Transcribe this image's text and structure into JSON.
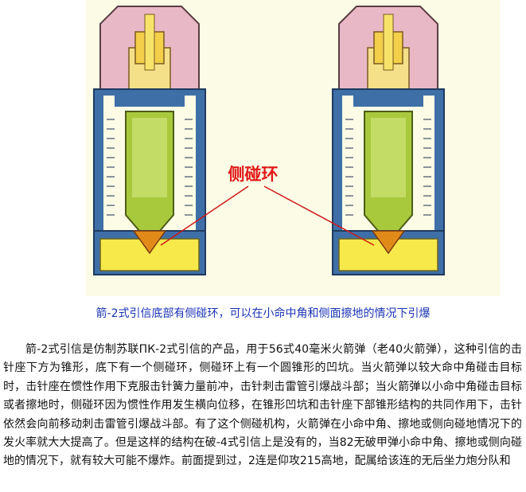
{
  "figure": {
    "label": "侧碰环",
    "colors": {
      "label": "#e01818",
      "leader": "#d01818",
      "cap": "#e9b8c6",
      "body": "#3f6fa7",
      "spring": "#c8ced2",
      "striker": "#a9c93c",
      "charge": "#f7e94a",
      "cone": "#e08a1a",
      "background": "#fbfbe6"
    }
  },
  "caption": "箭-2式引信底部有侧碰环，可以在小命中角和侧面擦地的情况下引爆",
  "paragraph": "箭-2式引信是仿制苏联ПК-2式引信的产品，用于56式40毫米火箭弹（老40火箭弹），这种引信的击针座下方为锥形，底下有一个侧碰环，侧碰环上有一个圆锥形的凹坑。当火箭弹以较大命中角碰击目标时，击针座在惯性作用下克服击针簧力量前冲，击针刺击雷管引爆战斗部；当火箭弹以小命中角碰击目标或者擦地时，侧碰环因为惯性作用发生横向位移，在锥形凹坑和击针座下部锥形结构的共同作用下，击针依然会向前移动刺击雷管引爆战斗部。有了这个侧碰机构，火箭弹在小命中角、擦地或侧向碰地情况下的发火率就大大提高了。但是这样的结构在破-4式引信上是没有的，当82无破甲弹小命中角、擦地或侧向碰地的情况下，就有较大可能不爆炸。前面提到过，2连是仰攻215高地，配属给该连的无后坐力炮分队和"
}
